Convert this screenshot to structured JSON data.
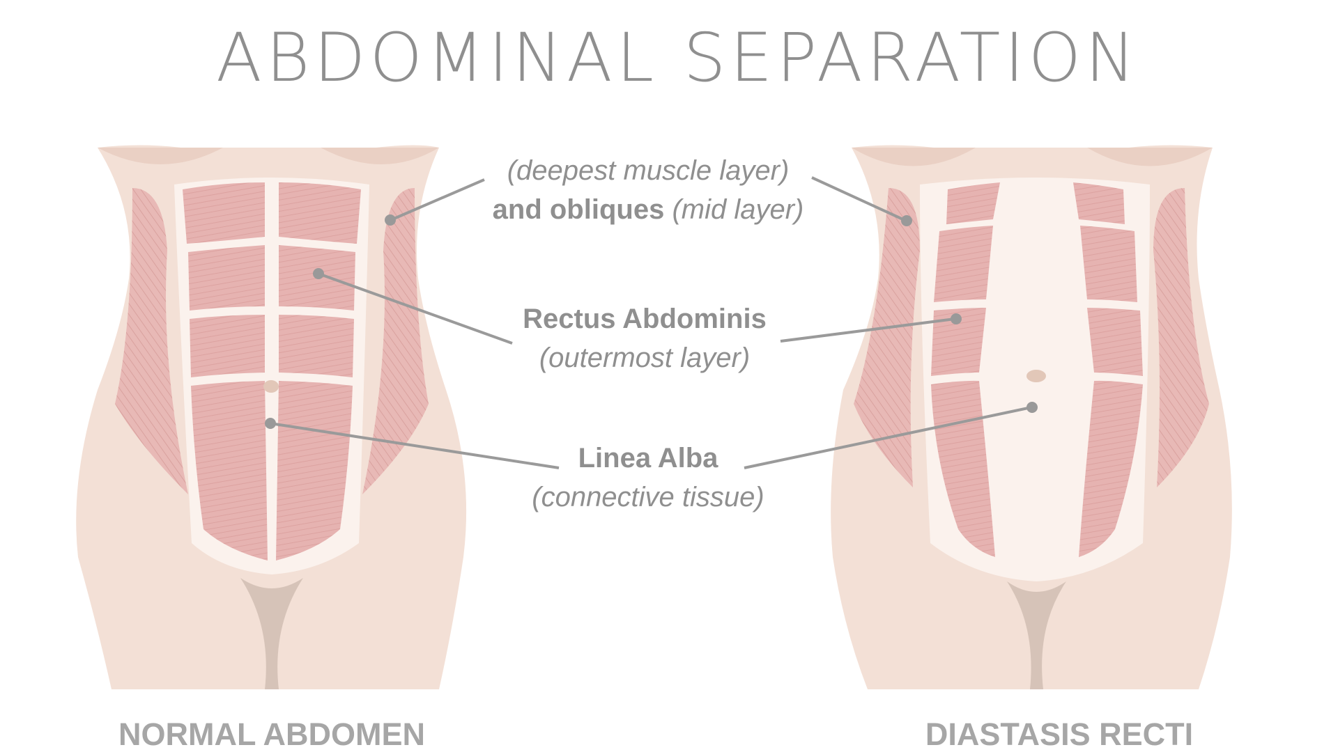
{
  "title": "ABDOMINAL SEPARATION",
  "panels": {
    "left_caption": "NORMAL ABDOMEN",
    "right_caption": "DIASTASIS RECTI"
  },
  "labels": {
    "transverse_obliques": {
      "line1_italic": "(deepest muscle layer)",
      "line2_bold": "and obliques",
      "line2_italic": "(mid layer)"
    },
    "rectus": {
      "bold": "Rectus Abdominis",
      "italic": "(outermost layer)"
    },
    "linea_alba": {
      "bold": "Linea Alba",
      "italic": "(connective tissue)"
    }
  },
  "colors": {
    "skin": "#f3e0d6",
    "skin_shadow": "#e6cabd",
    "muscle": "#e6b3b1",
    "muscle_line": "#d79b99",
    "sheath": "#fbf2ed",
    "leader": "#9a9a9a",
    "text": "#8f8f8f"
  }
}
